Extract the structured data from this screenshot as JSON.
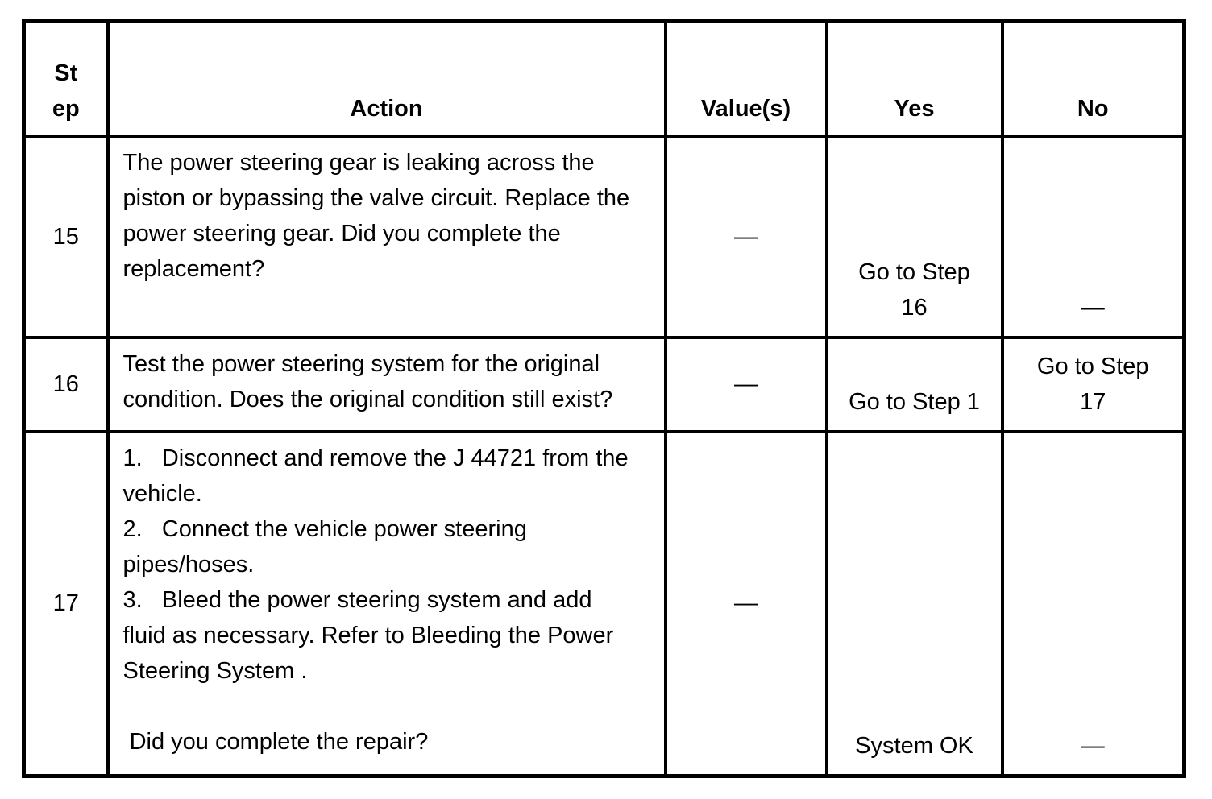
{
  "table": {
    "headers": {
      "step": "St\nep",
      "action": "Action",
      "values": "Value(s)",
      "yes": "Yes",
      "no": "No"
    },
    "rows": [
      {
        "step": "15",
        "action": "The power steering gear is leaking across the\npiston or bypassing the valve circuit. Replace the\npower steering gear. Did you complete the\nreplacement?",
        "values": "—",
        "yes": "Go to Step\n16",
        "no": "—"
      },
      {
        "step": "16",
        "action": "Test the power steering system for the original\ncondition. Does the original condition still exist?",
        "values": "—",
        "yes": "Go to Step 1",
        "no": "Go to Step\n17"
      },
      {
        "step": "17",
        "action": "1.   Disconnect and remove the J 44721 from the\nvehicle.\n2.   Connect the vehicle power steering\npipes/hoses.\n3.   Bleed the power steering system and add\nfluid as necessary. Refer to Bleeding the Power\nSteering System .\n\n Did you complete the repair?",
        "values": "—",
        "yes": "System OK",
        "no": "—"
      }
    ]
  },
  "colors": {
    "text": "#000000",
    "border": "#000000",
    "background": "#ffffff"
  }
}
